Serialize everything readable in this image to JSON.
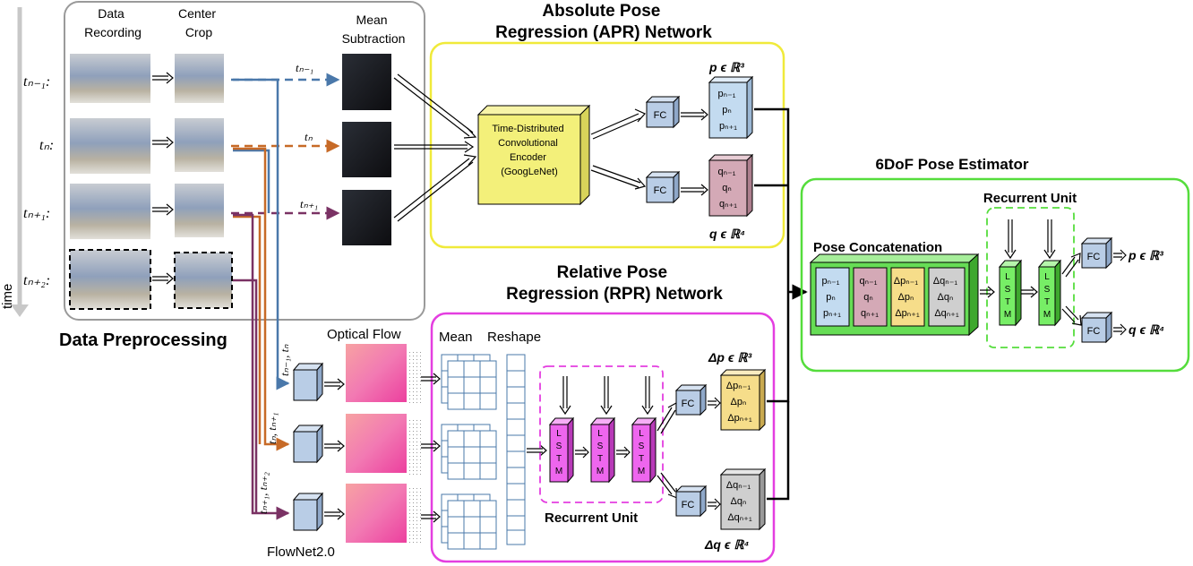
{
  "time_label": "time",
  "preprocessing": {
    "title": "Data Preprocessing",
    "col_recording": [
      "Data",
      "Recording"
    ],
    "col_crop": [
      "Center",
      "Crop"
    ],
    "col_mean": [
      "Mean",
      "Subtraction"
    ],
    "row_labels": [
      "tₙ₋₁:",
      "tₙ:",
      "tₙ₊₁:",
      "tₙ₊₂:"
    ],
    "arrow_labels": [
      "tₙ₋₁",
      "tₙ",
      "tₙ₊₁"
    ]
  },
  "apr": {
    "title": [
      "Absolute Pose",
      "Regression (APR) Network"
    ],
    "encoder": [
      "Time-Distributed",
      "Convolutional",
      "Encoder",
      "(GoogLeNet)"
    ],
    "fc": "FC",
    "p_block": [
      "pₙ₋₁",
      "pₙ",
      "pₙ₊₁"
    ],
    "q_block": [
      "qₙ₋₁",
      "qₙ",
      "qₙ₊₁"
    ],
    "p_label": "p ϵ ℝ³",
    "q_label": "q ϵ ℝ⁴"
  },
  "rpr": {
    "title": [
      "Relative Pose",
      "Regression (RPR) Network"
    ],
    "optical_flow": "Optical Flow",
    "flownet": "FlowNet2.0",
    "mean": "Mean",
    "reshape": "Reshape",
    "pair_labels": [
      "tₙ₋₁, tₙ",
      "tₙ, tₙ₊₁",
      "tₙ₊₁, tₙ₊₂"
    ],
    "lstm": "LSTM",
    "recurrent_unit": "Recurrent Unit",
    "fc": "FC",
    "dp_block": [
      "Δpₙ₋₁",
      "Δpₙ",
      "Δpₙ₊₁"
    ],
    "dq_block": [
      "Δqₙ₋₁",
      "Δqₙ",
      "Δqₙ₊₁"
    ],
    "dp_label": "Δp ϵ ℝ³",
    "dq_label": "Δq ϵ ℝ⁴"
  },
  "estimator": {
    "title": "6DoF Pose Estimator",
    "recurrent_unit": "Recurrent Unit",
    "pose_concat": "Pose Concatenation",
    "lstm": "LSTM",
    "fc": "FC",
    "p_label": "p ϵ ℝ³",
    "q_label": "q ϵ ℝ⁴"
  },
  "colors": {
    "apr_border": "#f0ea3a",
    "rpr_border": "#e43ee0",
    "estimator_border": "#55dd3c",
    "encoder_fill": "#f3f07a",
    "fc_fill": "#b9cde6",
    "p_fill": "#c3dbf0",
    "q_fill": "#d4a9b6",
    "dp_fill": "#f6dd8a",
    "dq_fill": "#cfcfcf",
    "lstm_rpr": "#ee66ee",
    "lstm_est": "#77ee66",
    "concat_fill": "#66dd55",
    "line_blue": "#4a78aa",
    "line_orange": "#c76a27",
    "line_purple": "#7a3264"
  }
}
